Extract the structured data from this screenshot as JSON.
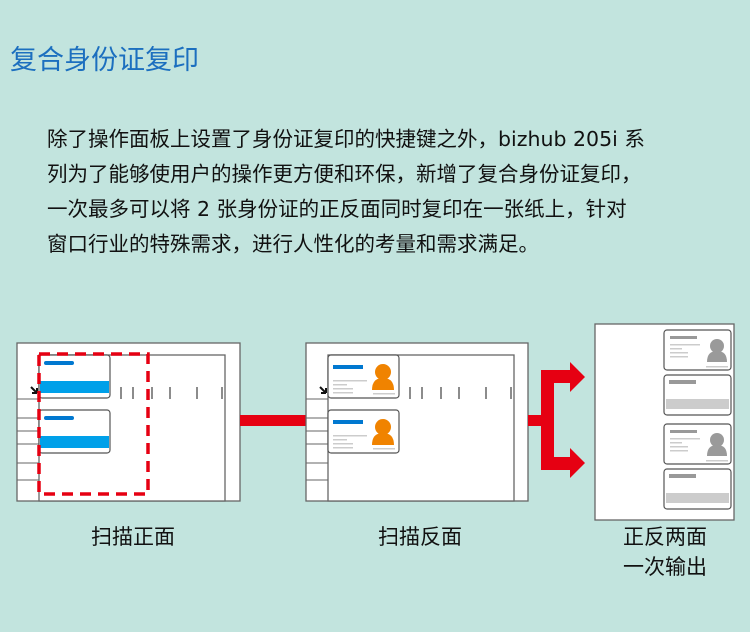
{
  "title": "复合身份证复印",
  "paragraph": [
    "除了操作面板上设置了身份证复印的快捷键之外，bizhub 205i 系",
    "列为了能够使用户的操作更方便和环保，新增了复合身份证复印，",
    "一次最多可以将 2 张身份证的正反面同时复印在一张纸上，针对",
    "窗口行业的特殊需求，进行人性化的考量和需求满足。"
  ],
  "steps": [
    {
      "label": "扫描正面"
    },
    {
      "label": "扫描反面"
    },
    {
      "label_lines": [
        "正反两面",
        "一次输出"
      ]
    }
  ],
  "colors": {
    "accent": "#1c6fbf",
    "red": "#e60012",
    "orange": "#f08300",
    "card_blue": "#00a0e9"
  }
}
